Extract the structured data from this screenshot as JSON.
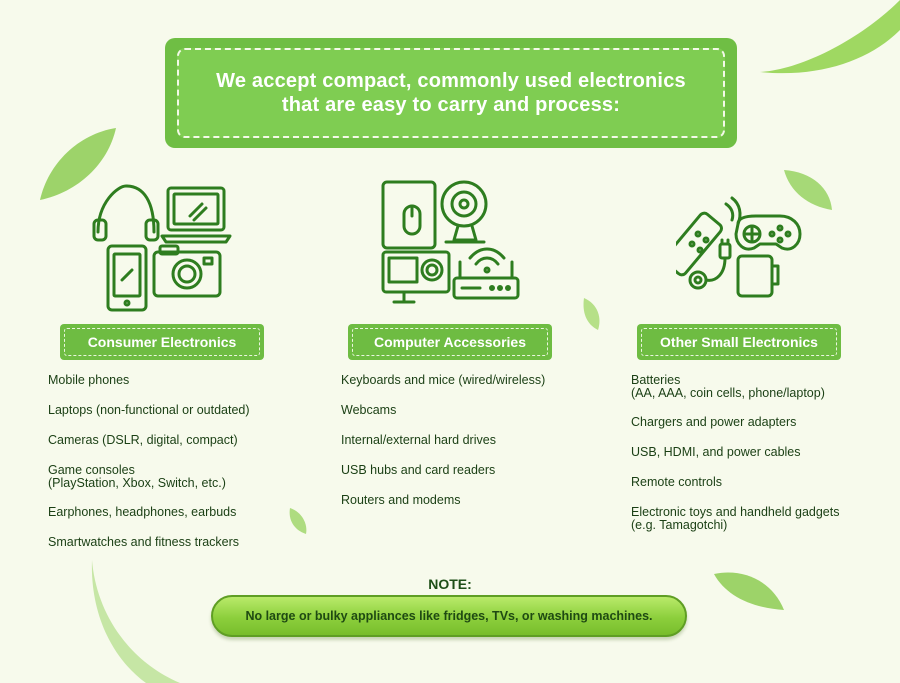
{
  "banner": {
    "line1": "We accept compact, commonly used electronics",
    "line2": "that are easy to carry and process:"
  },
  "categories": [
    {
      "label": "Consumer Electronics",
      "icon": "consumer-electronics-icon",
      "items": [
        [
          "Mobile phones"
        ],
        [
          "Laptops (non-functional or outdated)"
        ],
        [
          "Cameras (DSLR, digital, compact)"
        ],
        [
          "Game consoles",
          "(PlayStation, Xbox, Switch, etc.)"
        ],
        [
          "Earphones, headphones, earbuds"
        ],
        [
          "Smartwatches and fitness trackers"
        ]
      ]
    },
    {
      "label": "Computer Accessories",
      "icon": "computer-accessories-icon",
      "items": [
        [
          "Keyboards and mice (wired/wireless)"
        ],
        [
          "Webcams"
        ],
        [
          "Internal/external hard drives"
        ],
        [
          "USB hubs and card readers"
        ],
        [
          "Routers and modems"
        ]
      ]
    },
    {
      "label": "Other Small Electronics",
      "icon": "small-electronics-icon",
      "items": [
        [
          "Batteries",
          "(AA, AAA, coin cells, phone/laptop)"
        ],
        [
          "Chargers and power adapters"
        ],
        [
          "USB, HDMI, and power cables"
        ],
        [
          "Remote controls"
        ],
        [
          "Electronic toys and handheld gadgets",
          "(e.g. Tamagotchi)"
        ]
      ]
    }
  ],
  "note": {
    "title": "NOTE:",
    "text": "No large or bulky appliances like fridges, TVs, or washing machines."
  },
  "colors": {
    "accent_green": "#6ebc42",
    "icon_green": "#2e7d1f",
    "text_dark_green": "#1a3f14",
    "background": "#f7faec"
  }
}
